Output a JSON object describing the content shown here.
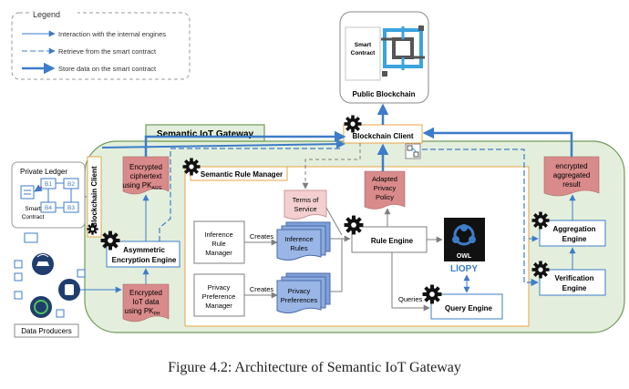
{
  "legend": {
    "title": "Legend",
    "items": [
      "Interaction with the internal engines",
      "Retrieve from the smart contract",
      "Store data on the smart contract"
    ]
  },
  "blockchain": {
    "smart_contract_line1": "Smart",
    "smart_contract_line2": "Contract",
    "label": "Public Blockchain"
  },
  "gateway_title": "Semantic IoT Gateway",
  "blockchain_client": "Blockchain Client",
  "private_ledger": {
    "title": "Private Ledger",
    "blocks": [
      "B1",
      "B2",
      "B4",
      "B3"
    ],
    "smart_contract_line1": "Smart",
    "smart_contract_line2": "Contract",
    "side_client": "Blockchain Client"
  },
  "encrypted_ciphertext": {
    "line1": "Encrypted",
    "line2": "ciphertext",
    "line3": "using PK",
    "sub": "AGG"
  },
  "asym_engine": {
    "line1": "Asymmetric",
    "line2": "Encryption Engine"
  },
  "encrypted_iot": {
    "line1": "Encrypted",
    "line2": "IoT data",
    "line3": "using PK",
    "sub": "PH"
  },
  "data_producers": "Data Producers",
  "srm": {
    "title": "Semantic Rule Manager",
    "terms": {
      "line1": "Terms of",
      "line2": "Service"
    },
    "adapted": {
      "line1": "Adapted",
      "line2": "Privacy",
      "line3": "Policy"
    },
    "inference_manager": {
      "line1": "Inference",
      "line2": "Rule",
      "line3": "Manager"
    },
    "creates1": "Creates",
    "inference_rules": {
      "line1": "Inference",
      "line2": "Rules"
    },
    "rule_engine": "Rule Engine",
    "privacy_manager": {
      "line1": "Privacy",
      "line2": "Preference",
      "line3": "Manager"
    },
    "creates2": "Creates",
    "privacy_prefs": {
      "line1": "Privacy",
      "line2": "Preferences"
    },
    "queries": "Queries",
    "query_engine": "Query Engine",
    "owl": "OWL",
    "llopy": "LlOPY"
  },
  "encrypted_agg": {
    "line1": "encrypted",
    "line2": "aggregated",
    "line3": "result"
  },
  "aggregation_engine": {
    "line1": "Aggregation",
    "line2": "Engine"
  },
  "verification_engine": {
    "line1": "Verification",
    "line2": "Engine"
  },
  "caption": "Figure 4.2: Architecture of Semantic IoT Gateway",
  "colors": {
    "arrow": "#3d7cc9",
    "gateway_fill": "#e3efdc",
    "gateway_stroke": "#6f9a5a",
    "note_fill": "#d98a8a",
    "doc_fill": "#9ab6e6",
    "terms_fill": "#f3cfcf",
    "orange": "#e7a545"
  }
}
